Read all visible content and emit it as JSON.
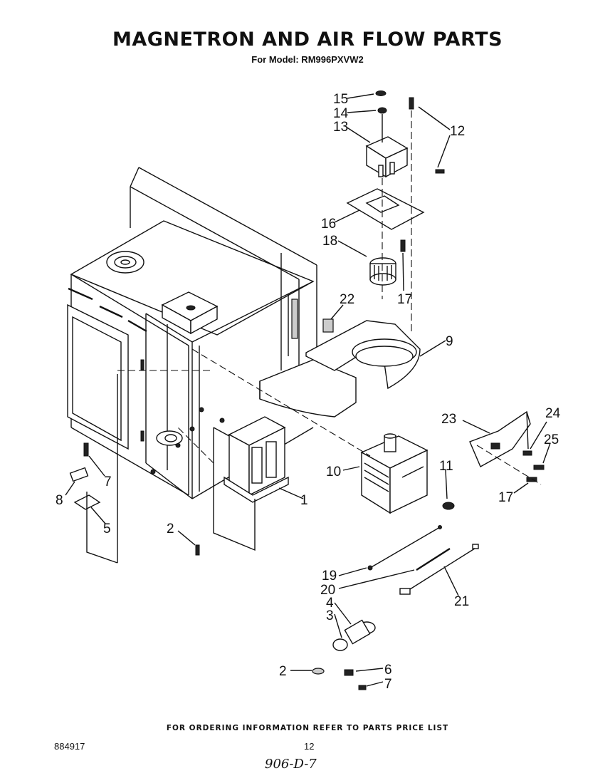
{
  "header": {
    "title": "MAGNETRON AND AIR FLOW PARTS",
    "subtitle": "For Model: RM996PXVW2"
  },
  "callouts": {
    "c15": "15",
    "c14": "14",
    "c13": "13",
    "c12": "12",
    "c16": "16",
    "c18": "18",
    "c17a": "17",
    "c22": "22",
    "c9": "9",
    "c23": "23",
    "c24": "24",
    "c25": "25",
    "c17b": "17",
    "c10": "10",
    "c11": "11",
    "c7a": "7",
    "c8": "8",
    "c5": "5",
    "c1": "1",
    "c2a": "2",
    "c19": "19",
    "c20": "20",
    "c21": "21",
    "c4": "4",
    "c3": "3",
    "c2b": "2",
    "c6": "6",
    "c7b": "7"
  },
  "footer": {
    "ordering_note": "FOR ORDERING INFORMATION REFER TO PARTS PRICE LIST",
    "doc_number": "884917",
    "page_number": "12",
    "handwritten_note": "906-D-7"
  }
}
